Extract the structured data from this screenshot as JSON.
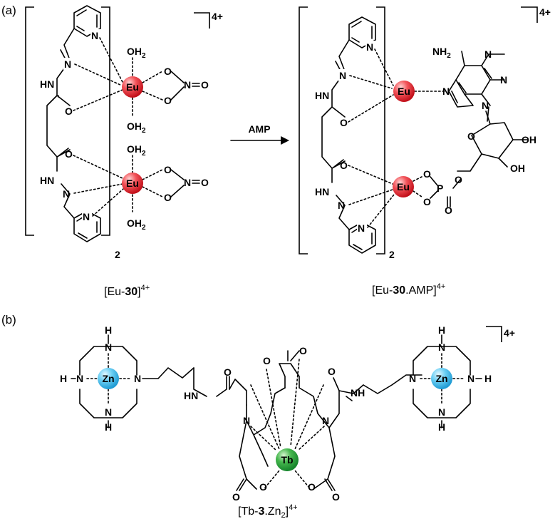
{
  "panel_a": {
    "label": "(a)",
    "arrow_label": "AMP",
    "left": {
      "charge": "4+",
      "subscript": "2",
      "caption_pre": "[Eu-",
      "caption_bold": "30",
      "caption_post": "]",
      "caption_sup": "4+"
    },
    "right": {
      "charge": "4+",
      "subscript": "2",
      "caption_pre": "[Eu-",
      "caption_bold": "30",
      "caption_post": ".AMP]",
      "caption_sup": "4+"
    }
  },
  "panel_b": {
    "label": "(b)",
    "charge": "4+",
    "caption_pre": "[Tb-",
    "caption_bold": "3",
    "caption_mid": ".Zn",
    "caption_sub": "2",
    "caption_post": "]",
    "caption_sup": "4+"
  },
  "metals": {
    "eu": {
      "symbol": "Eu",
      "color": "#e8242f"
    },
    "zn": {
      "symbol": "Zn",
      "color": "#3fb8ea"
    },
    "tb": {
      "symbol": "Tb",
      "color": "#25a33b"
    }
  },
  "atoms": {
    "N": "N",
    "O": "O",
    "H": "H",
    "P": "P",
    "HN": "HN",
    "NH": "NH",
    "OH": "OH",
    "OH2": "OH",
    "two": "2",
    "NH2": "NH"
  }
}
